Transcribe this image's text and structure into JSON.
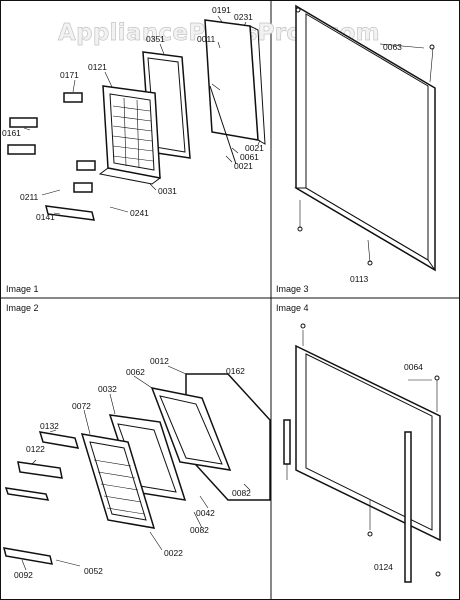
{
  "watermark": "AppliancePartsPros.com",
  "panels": {
    "image1": {
      "caption": "Image 1"
    },
    "image2": {
      "caption": "Image 2"
    },
    "image3": {
      "caption": "Image 3"
    },
    "image4": {
      "caption": "Image 4"
    }
  },
  "callouts": {
    "p0191": "0191",
    "p0231": "0231",
    "p0351": "0351",
    "p0011": "0011",
    "p0171": "0171",
    "p0121": "0121",
    "p0161": "0161",
    "p0021a": "0021",
    "p0061": "0061",
    "p0021b": "0021",
    "p0031": "0031",
    "p0211": "0211",
    "p0241": "0241",
    "p0141": "0141",
    "p0063": "0063",
    "p0113": "0113",
    "p0012": "0012",
    "p0162": "0162",
    "p0062": "0062",
    "p0032": "0032",
    "p0072": "0072",
    "p0132": "0132",
    "p0122": "0122",
    "p0082a": "0082",
    "p0042": "0042",
    "p0082b": "0082",
    "p0022": "0022",
    "p0092": "0092",
    "p0052": "0052",
    "p0064": "0064",
    "p0124": "0124"
  }
}
